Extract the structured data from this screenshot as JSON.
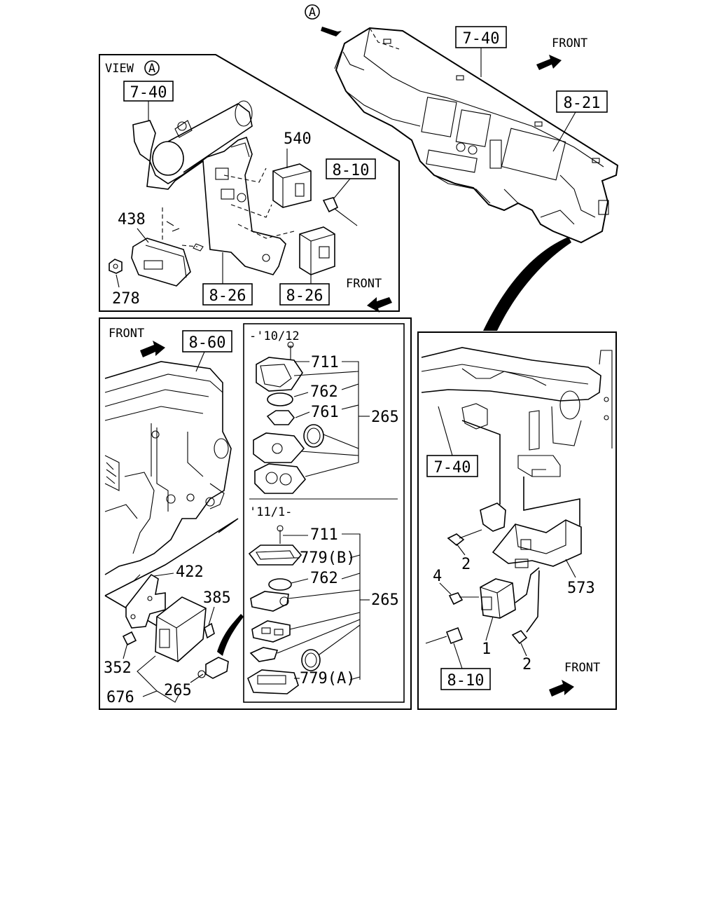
{
  "top_marker": "A",
  "view_label": "VIEW",
  "view_marker": "A",
  "front_label": "FRONT",
  "ref_7_40": "7-40",
  "ref_8_21": "8-21",
  "ref_8_10": "8-10",
  "ref_8_26": "8-26",
  "ref_8_60": "8-60",
  "part_540": "540",
  "part_438": "438",
  "part_278": "278",
  "part_711": "711",
  "part_762": "762",
  "part_761": "761",
  "part_265": "265",
  "part_779b": "779(B)",
  "part_779a": "779(A)",
  "part_422": "422",
  "part_385": "385",
  "part_352": "352",
  "part_676": "676",
  "part_573": "573",
  "part_4": "4",
  "part_2": "2",
  "part_1": "1",
  "era_before": "-'10/12",
  "era_after": "'11/1-"
}
